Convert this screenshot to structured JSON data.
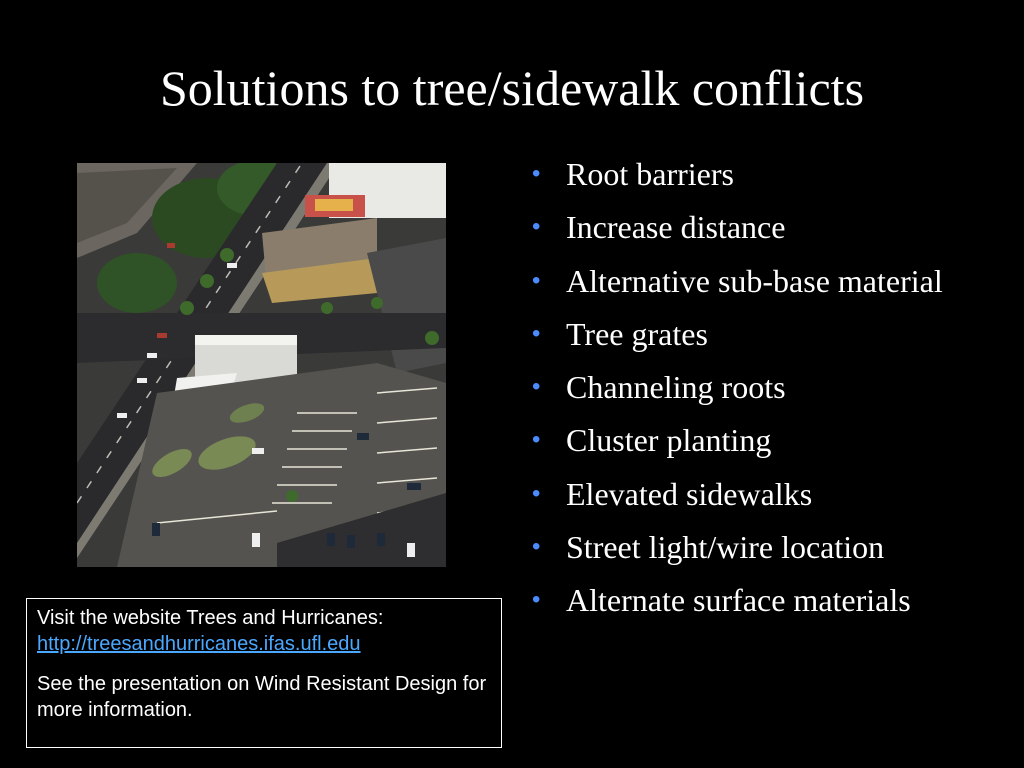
{
  "slide": {
    "title": "Solutions to tree/sidewalk conflicts",
    "bullets": [
      "Root barriers",
      "Increase distance",
      "Alternative sub-base material",
      "Tree grates",
      "Channeling roots",
      "Cluster planting",
      "Elevated sidewalks",
      "Street light/wire location",
      "Alternate surface materials"
    ],
    "bullet_glyph": "•",
    "bullet_color": "#4a8cff",
    "info": {
      "line1": "Visit the website Trees and Hurricanes:",
      "link": "http://treesandhurricanes.ifas.ufl.edu",
      "line2": "See the presentation on Wind Resistant Design for more information.",
      "link_color": "#4aa8ff"
    },
    "photo": {
      "icon": "aerial-parking-lot-photo"
    }
  }
}
